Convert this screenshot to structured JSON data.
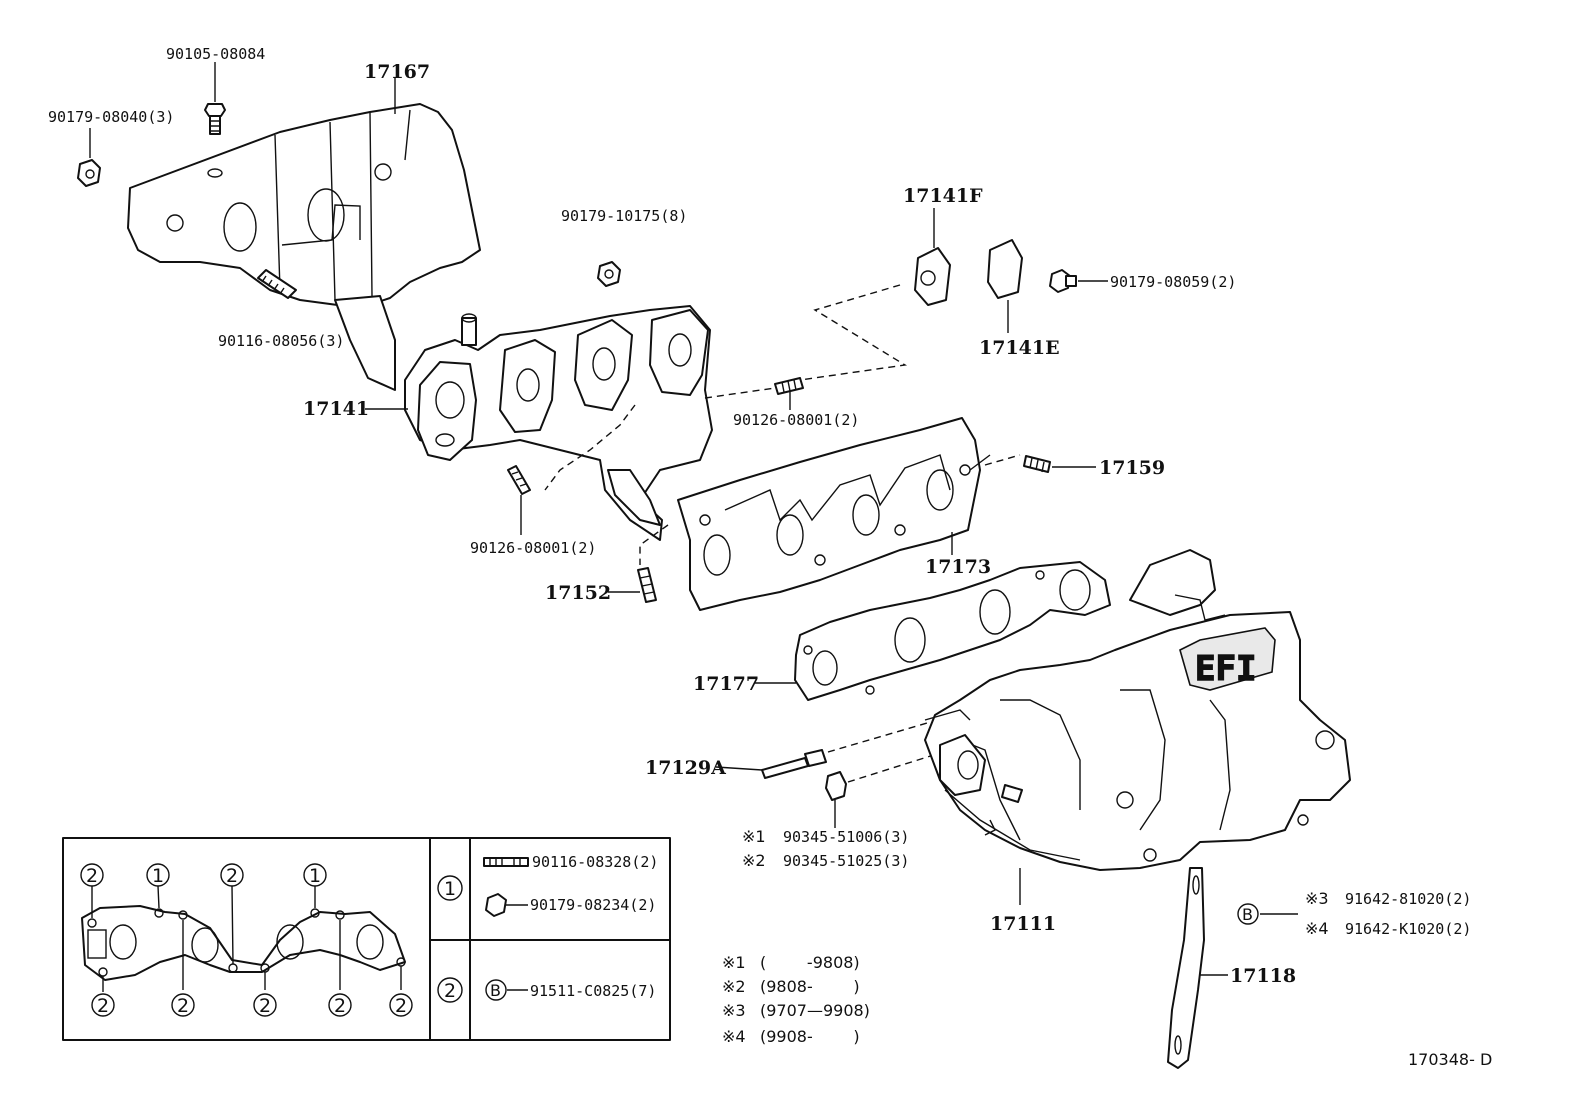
{
  "diagram": {
    "code": "170348- D",
    "labels": {
      "p90105_08084": "90105-08084",
      "p17167": "17167",
      "p90179_08040": "90179-08040(3)",
      "p90179_10175": "90179-10175(8)",
      "p17141F": "17141F",
      "p90179_08059": "90179-08059(2)",
      "p17141E": "17141E",
      "p90116_08056": "90116-08056(3)",
      "p17141": "17141",
      "p90126_08001_top": "90126-08001(2)",
      "p17159": "17159",
      "p90126_08001_bottom": "90126-08001(2)",
      "p17173": "17173",
      "p17152": "17152",
      "p17177": "17177",
      "p17129A": "17129A",
      "p90345_51006": "90345-51006(3)",
      "p90345_51025": "90345-51025(3)",
      "p17111": "17111",
      "p91642_81020": "91642-81020(2)",
      "p91642_K1020": "91642-K1020(2)",
      "p17118": "17118"
    },
    "marks": {
      "m1": "※1",
      "m2": "※2",
      "m3": "※3",
      "m4": "※4",
      "b": "B"
    },
    "notes": [
      {
        "mark": "※1",
        "text": "(        -9808)"
      },
      {
        "mark": "※2",
        "text": "(9808-        )"
      },
      {
        "mark": "※3",
        "text": "(9707—9908)"
      },
      {
        "mark": "※4",
        "text": "(9908-        )"
      }
    ],
    "legend": {
      "circle1": "1",
      "circle2": "2",
      "row1_part_a": "90116-08328(2)",
      "row1_part_b": "90179-08234(2)",
      "row2_mark": "B",
      "row2_part": "91511-C0825(7)"
    }
  }
}
